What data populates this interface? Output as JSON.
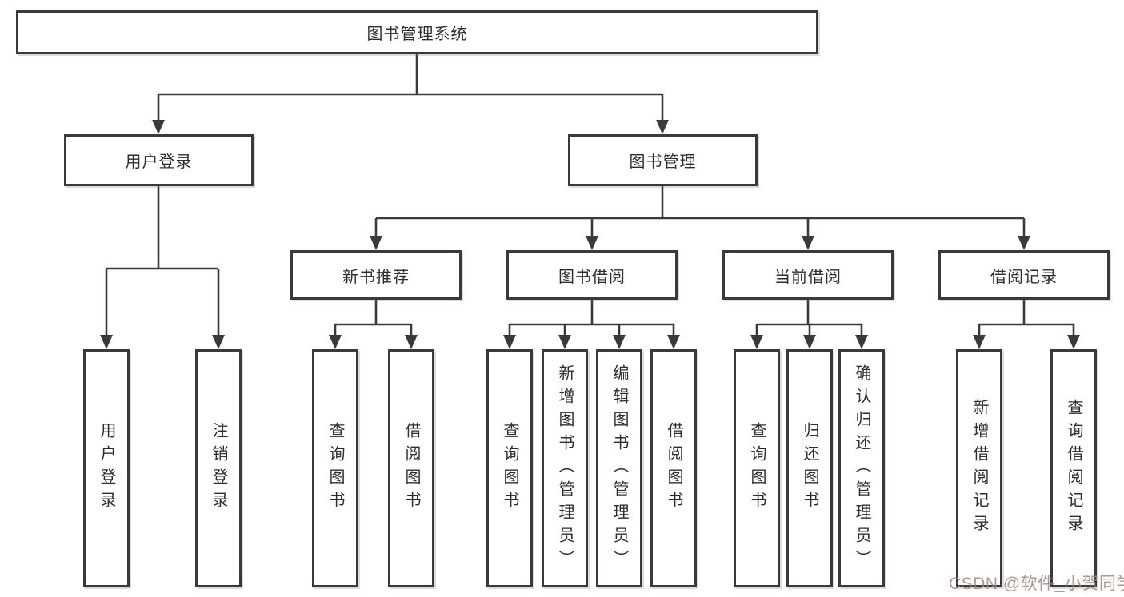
{
  "diagram": {
    "title": "图书管理系统",
    "watermark": "CSDN @软件_小贺同学",
    "colors": {
      "line": "#3a3a3a",
      "box_border": "#3a3a3a",
      "box_fill": "#ffffff",
      "text": "#2e2e2e",
      "watermark": "#a08580"
    },
    "nodes": {
      "root": {
        "label": "图书管理系统"
      },
      "user_login": {
        "label": "用户登录"
      },
      "book_mgmt": {
        "label": "图书管理"
      },
      "new_book_rec": {
        "label": "新书推荐"
      },
      "book_borrow": {
        "label": "图书借阅"
      },
      "current_borrow": {
        "label": "当前借阅"
      },
      "borrow_records": {
        "label": "借阅记录"
      },
      "leaf_user_login": {
        "label": "用户登录"
      },
      "leaf_logout": {
        "label": "注销登录"
      },
      "leaf_query_books_rec": {
        "label": "查询图书"
      },
      "leaf_borrow_books_rec": {
        "label": "借阅图书"
      },
      "leaf_query_books_borrow": {
        "label": "查询图书"
      },
      "leaf_add_books": {
        "label": "新增图书（管理员）"
      },
      "leaf_edit_books": {
        "label": "编辑图书（管理员）"
      },
      "leaf_borrow_books": {
        "label": "借阅图书"
      },
      "leaf_query_books_current": {
        "label": "查询图书"
      },
      "leaf_return_books": {
        "label": "归还图书"
      },
      "leaf_confirm_return": {
        "label": "确认归还（管理员）"
      },
      "leaf_add_borrow_record": {
        "label": "新增借阅记录"
      },
      "leaf_query_borrow_record": {
        "label": "查询借阅记录"
      }
    },
    "hierarchy": [
      {
        "parent": "图书管理系统",
        "children": [
          "用户登录",
          "图书管理"
        ]
      },
      {
        "parent": "用户登录",
        "children": [
          "用户登录",
          "注销登录"
        ]
      },
      {
        "parent": "图书管理",
        "children": [
          "新书推荐",
          "图书借阅",
          "当前借阅",
          "借阅记录"
        ]
      },
      {
        "parent": "新书推荐",
        "children": [
          "查询图书",
          "借阅图书"
        ]
      },
      {
        "parent": "图书借阅",
        "children": [
          "查询图书",
          "新增图书（管理员）",
          "编辑图书（管理员）",
          "借阅图书"
        ]
      },
      {
        "parent": "当前借阅",
        "children": [
          "查询图书",
          "归还图书",
          "确认归还（管理员）"
        ]
      },
      {
        "parent": "借阅记录",
        "children": [
          "新增借阅记录",
          "查询借阅记录"
        ]
      }
    ]
  }
}
